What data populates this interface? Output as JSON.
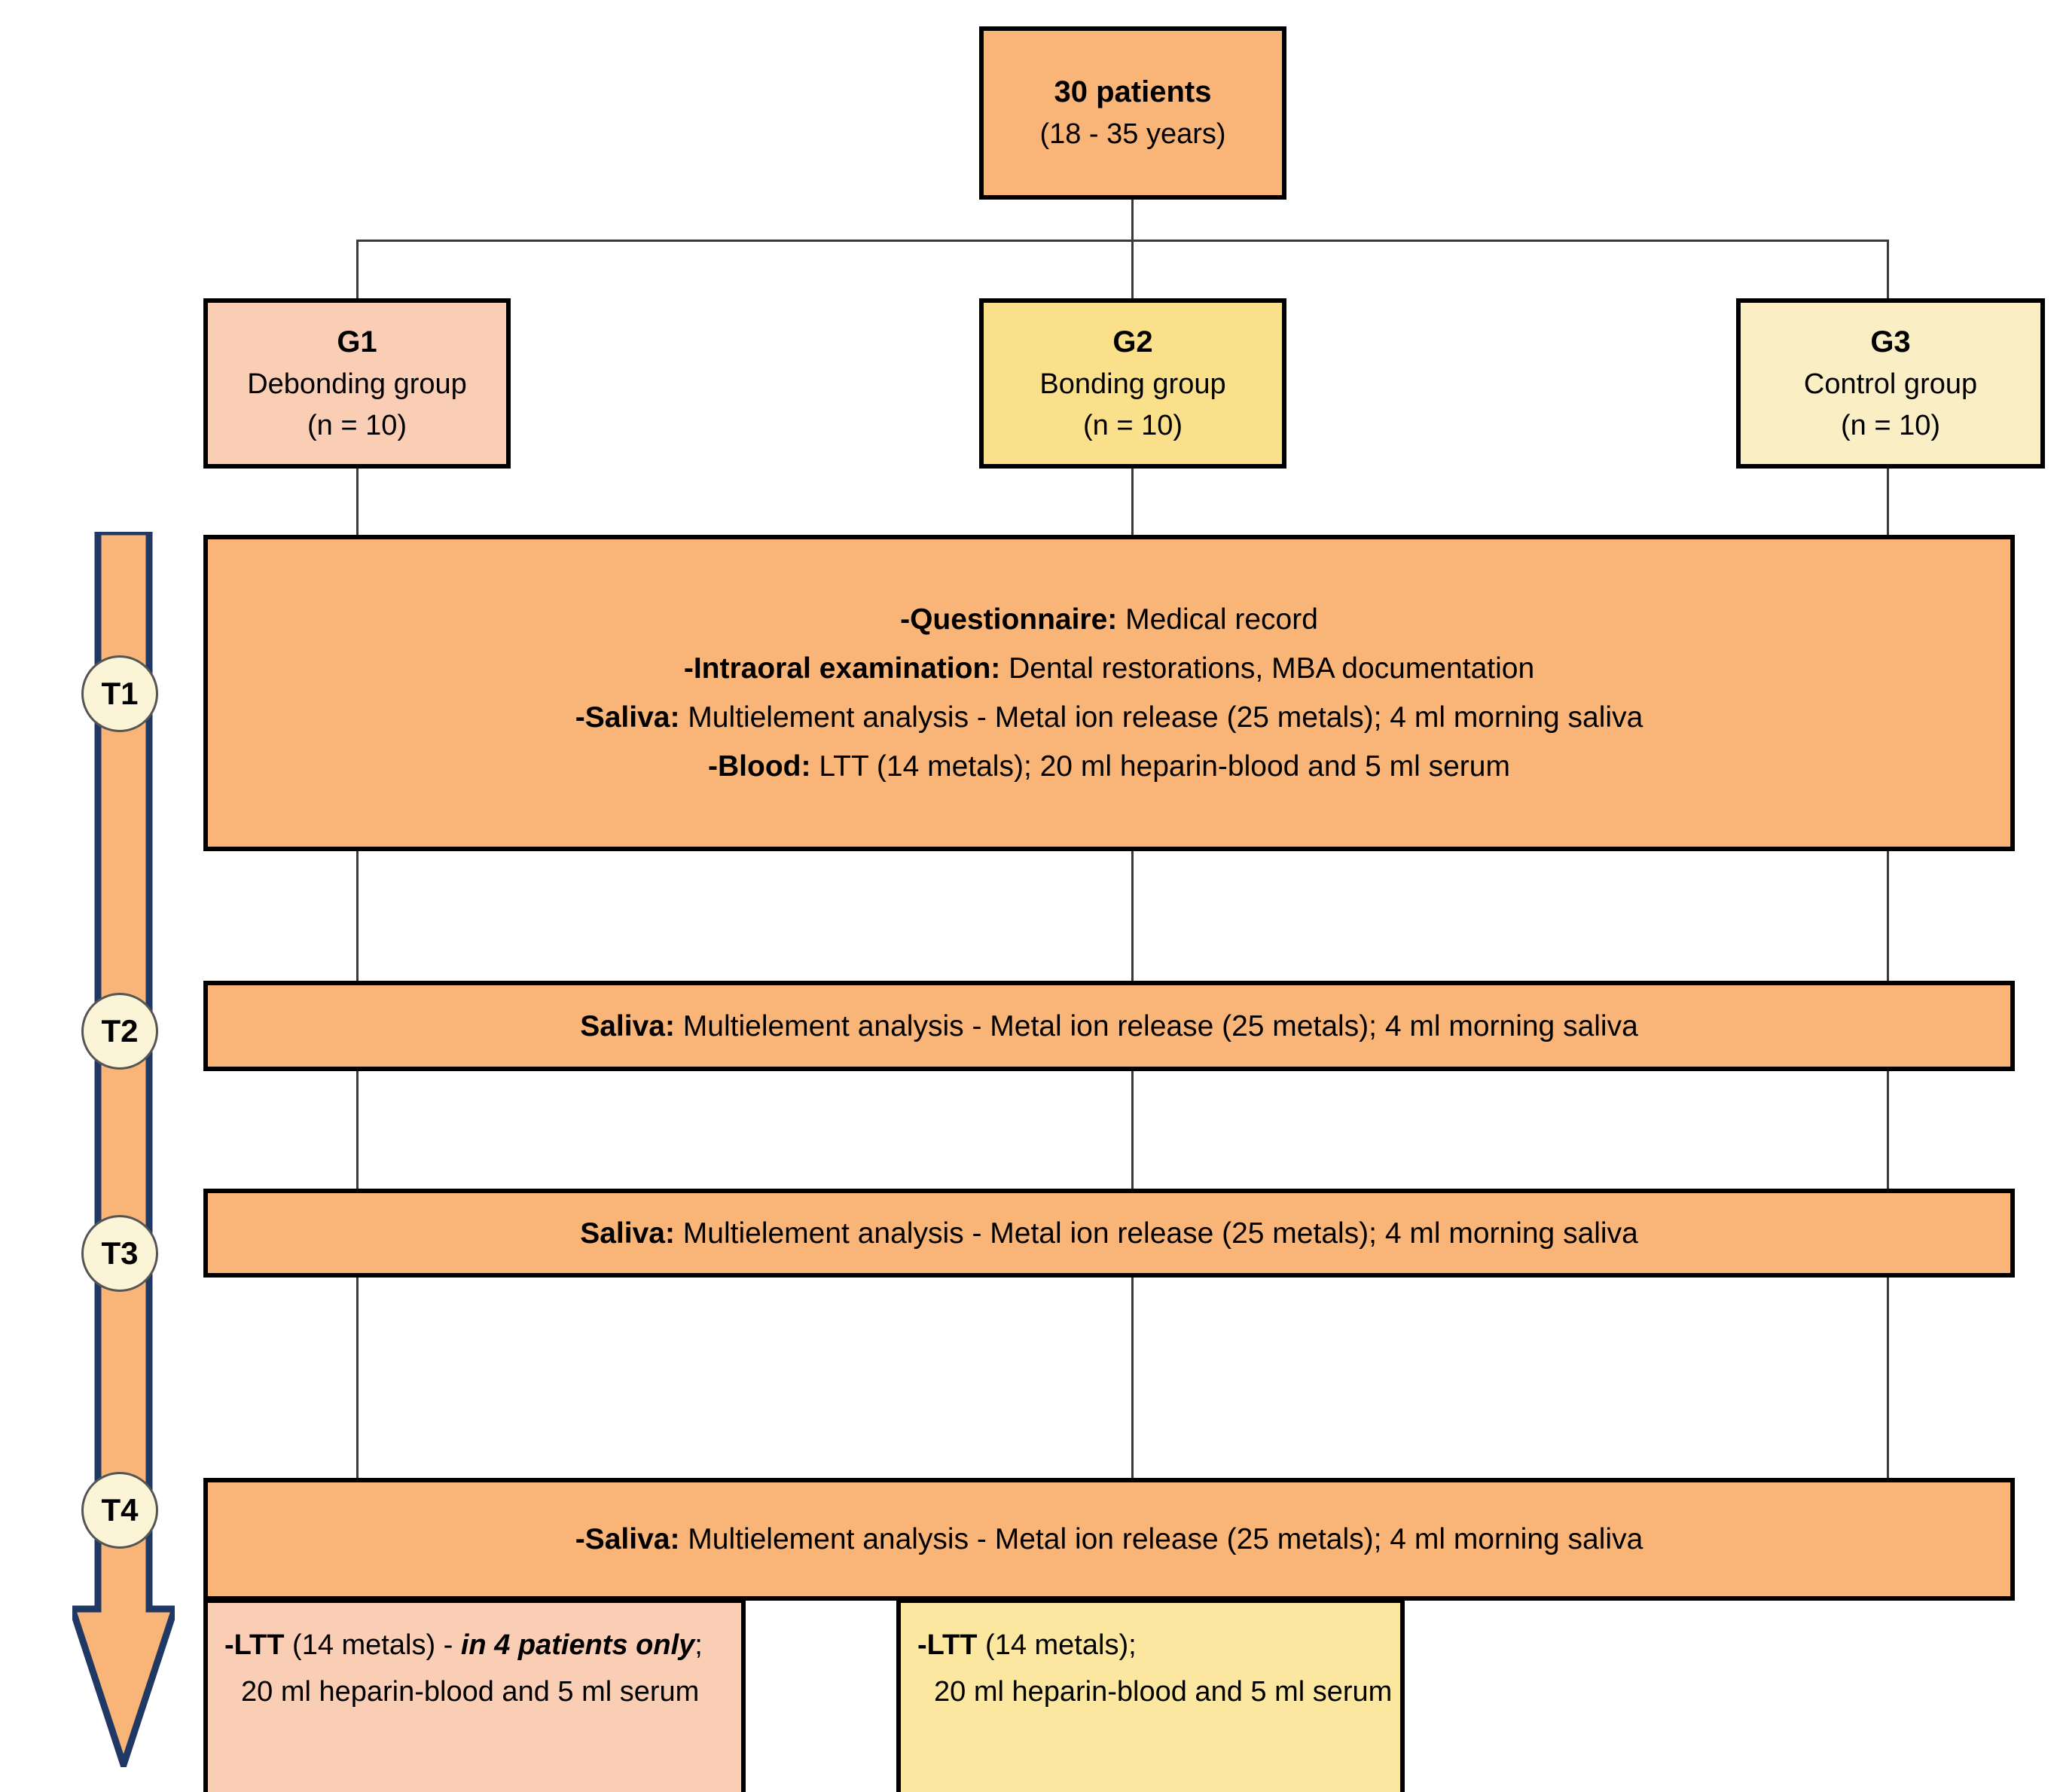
{
  "diagram": {
    "title_node": {
      "line1": "30 patients",
      "line2": "(18 - 35 years)"
    },
    "groups": [
      {
        "code": "G1",
        "name": "Debonding group",
        "n": "(n = 10)",
        "color": "#F9CEB4"
      },
      {
        "code": "G2",
        "name": "Bonding group",
        "n": "(n = 10)",
        "color": "#FAE08A"
      },
      {
        "code": "G3",
        "name": "Control group",
        "n": "(n = 10)",
        "color": "#FAEEC4"
      }
    ],
    "timepoints": [
      {
        "id": "T1",
        "label": "T1"
      },
      {
        "id": "T2",
        "label": "T2"
      },
      {
        "id": "T3",
        "label": "T3"
      },
      {
        "id": "T4",
        "label": "T4"
      }
    ],
    "t1_box": {
      "rows": [
        {
          "bold": "-Questionnaire:",
          "rest": " Medical record"
        },
        {
          "bold": "-Intraoral examination:",
          "rest": " Dental restorations, MBA documentation"
        },
        {
          "bold": "-Saliva:",
          "rest": " Multielement analysis - Metal ion release (25 metals); 4 ml morning saliva"
        },
        {
          "bold": "-Blood:",
          "rest": " LTT (14 metals); 20 ml heparin-blood and 5 ml serum"
        }
      ]
    },
    "t2_box": {
      "rows": [
        {
          "bold": "Saliva:",
          "rest": " Multielement analysis - Metal ion release (25 metals); 4 ml morning saliva"
        }
      ]
    },
    "t3_box": {
      "rows": [
        {
          "bold": "Saliva:",
          "rest": " Multielement analysis - Metal ion release (25 metals); 4 ml morning saliva"
        }
      ]
    },
    "t4_box": {
      "rows": [
        {
          "bold": "-Saliva:",
          "rest": " Multielement analysis - Metal ion release (25 metals); 4 ml morning saliva"
        }
      ]
    },
    "t4_ltt_g1": {
      "line1_bold": "-LTT",
      "line1_mid": " (14 metals) - ",
      "line1_italic": "in 4 patients only",
      "line1_end": ";",
      "line2": "20 ml heparin-blood and 5 ml serum"
    },
    "t4_ltt_g2": {
      "line1_bold": "-LTT",
      "line1_mid": " (14 metals);",
      "line2": "20 ml heparin-blood and 5 ml serum"
    },
    "colors": {
      "orange": "#F9B577",
      "pink": "#F9CEB4",
      "yellow": "#FAE08A",
      "cream": "#FAEEC4",
      "arrow_stroke": "#1F3864",
      "connector": "#3a3a3a"
    }
  }
}
